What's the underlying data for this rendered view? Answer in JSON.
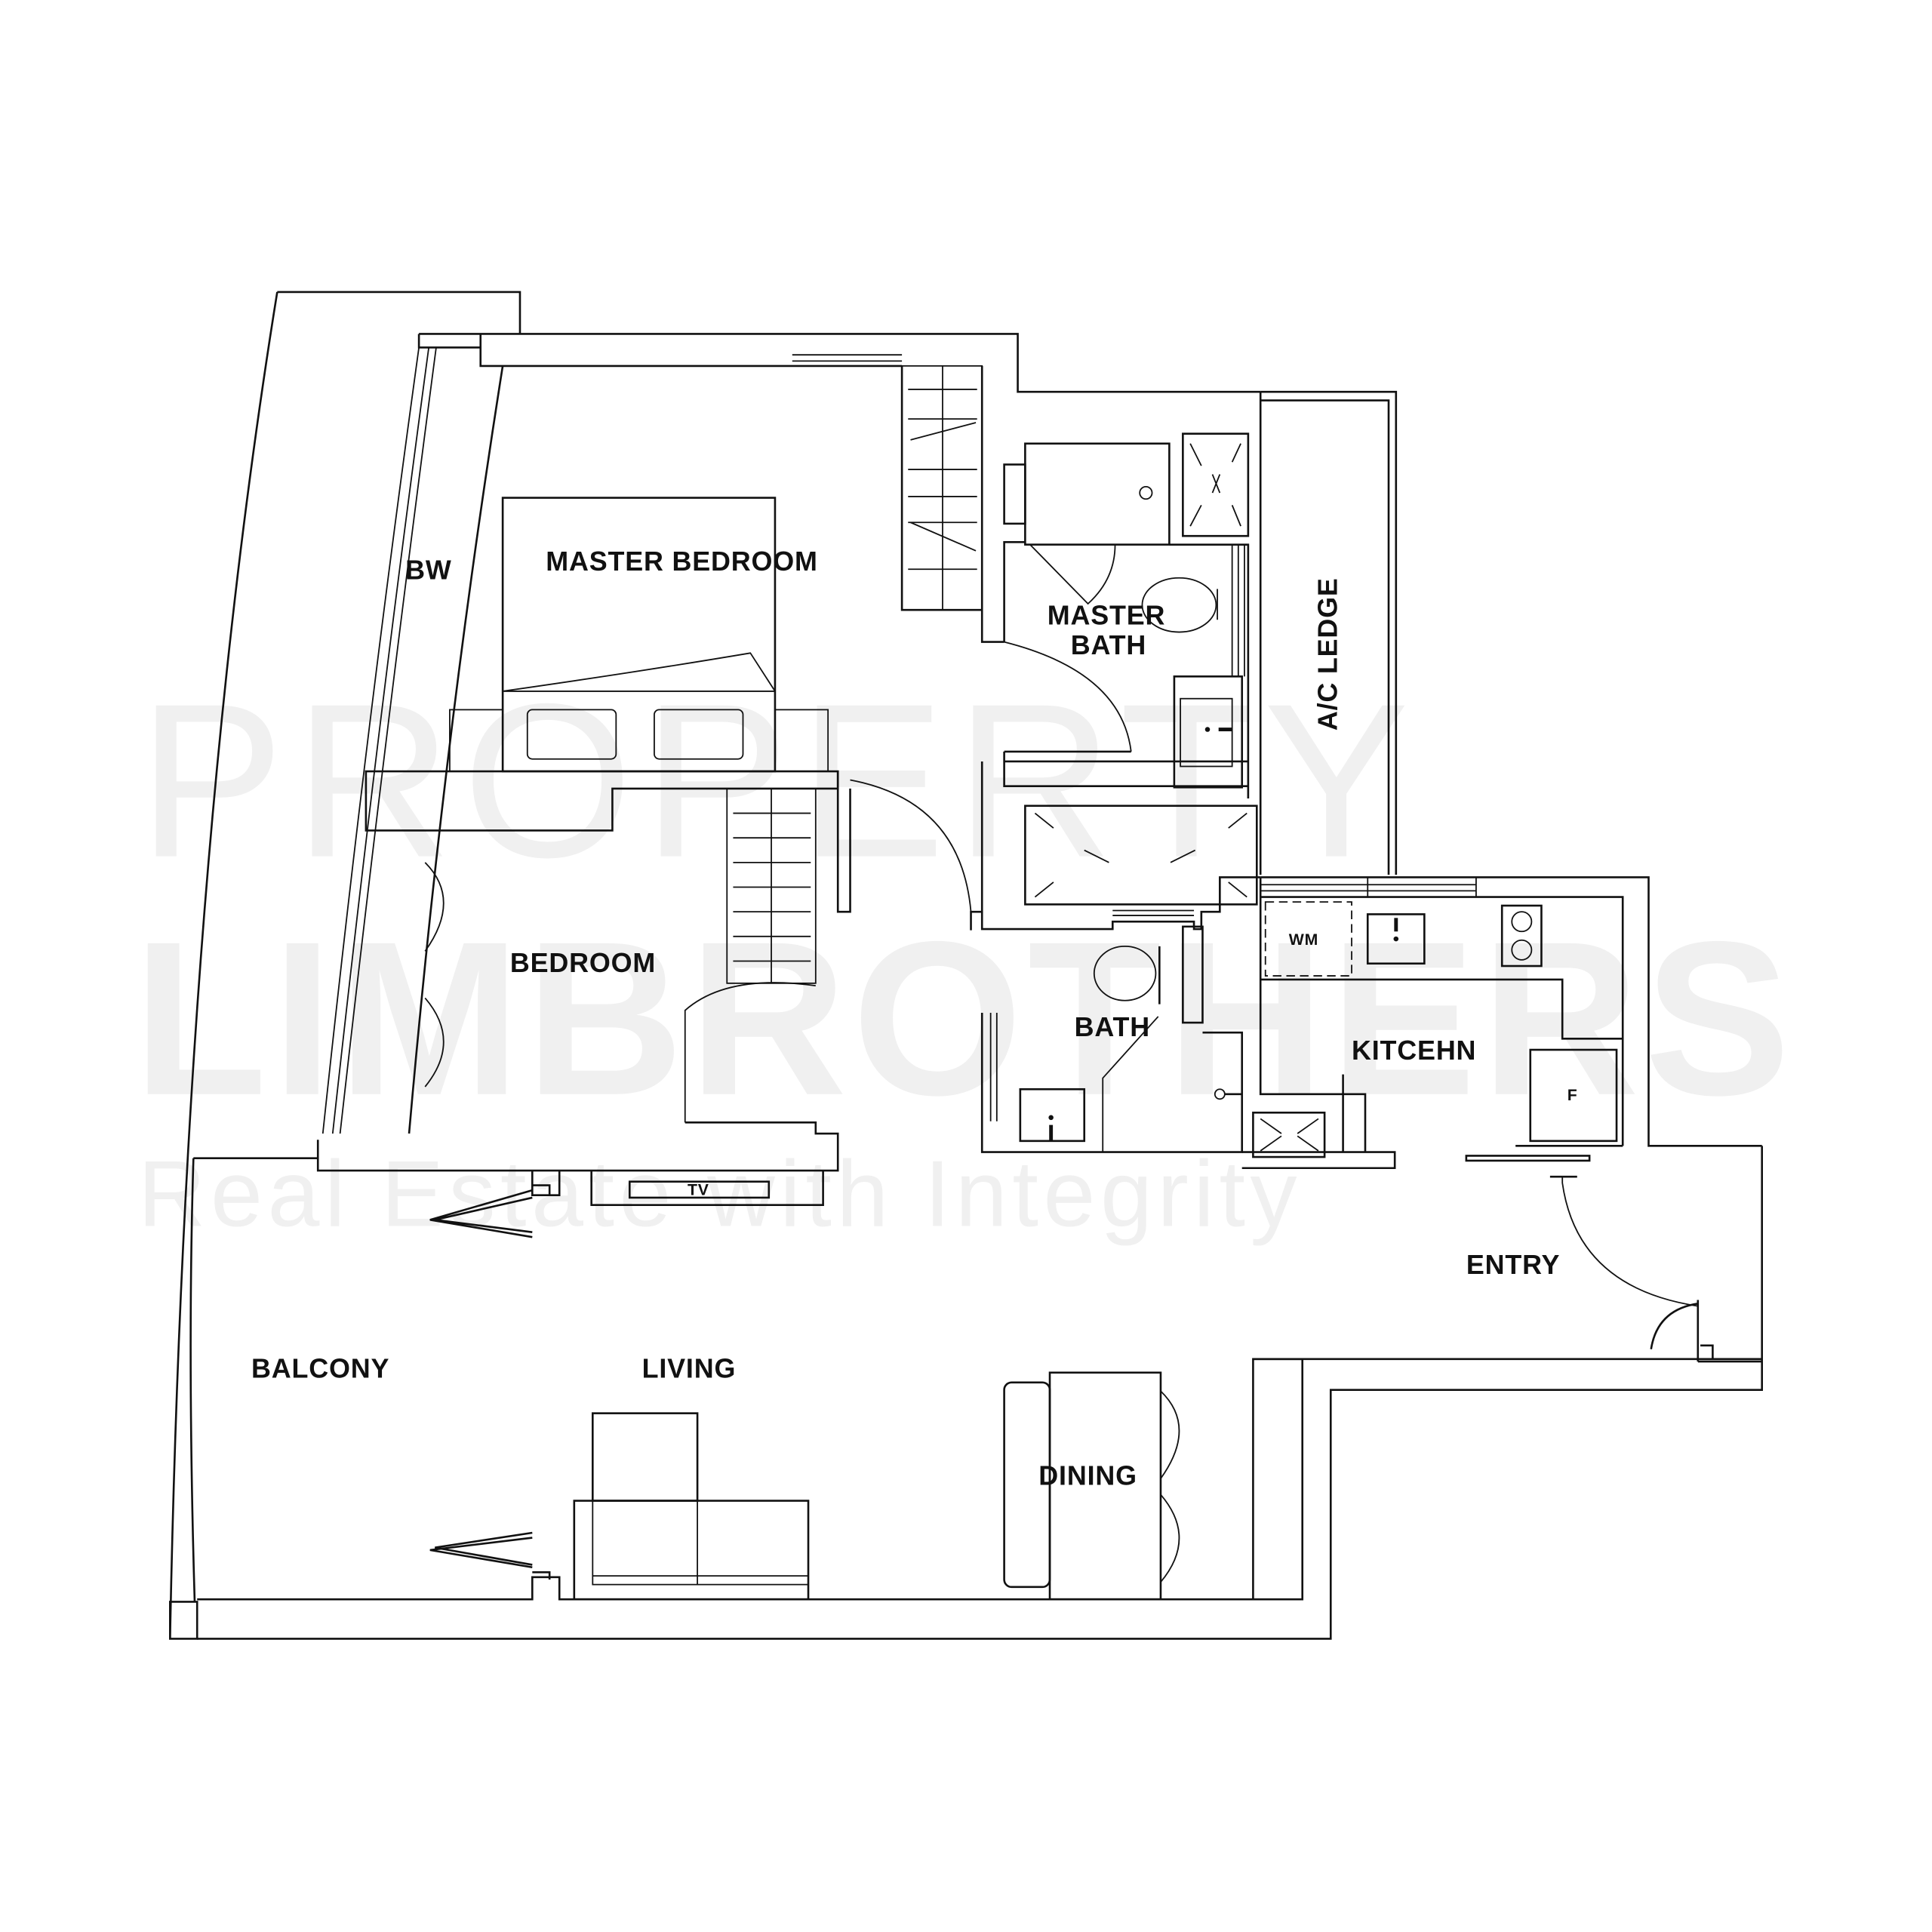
{
  "watermark": {
    "line1": "PROPERTY",
    "line2": "LIMBROTHERS",
    "tagline": "Real Estate with Integrity",
    "color": "#f0f0f0"
  },
  "rooms": {
    "bw": "BW",
    "master_bedroom": "MASTER BEDROOM",
    "master_bath_line1": "MASTER",
    "master_bath_line2": "BATH",
    "ac_ledge": "A/C LEDGE",
    "bedroom": "BEDROOM",
    "bath": "BATH",
    "kitchen": "KITCEHN",
    "entry": "ENTRY",
    "balcony": "BALCONY",
    "living": "LIVING",
    "dining": "DINING"
  },
  "fixtures": {
    "tv": "TV",
    "washing_machine": "WM",
    "fridge": "F"
  },
  "colors": {
    "line": "#111111",
    "background": "#ffffff"
  }
}
